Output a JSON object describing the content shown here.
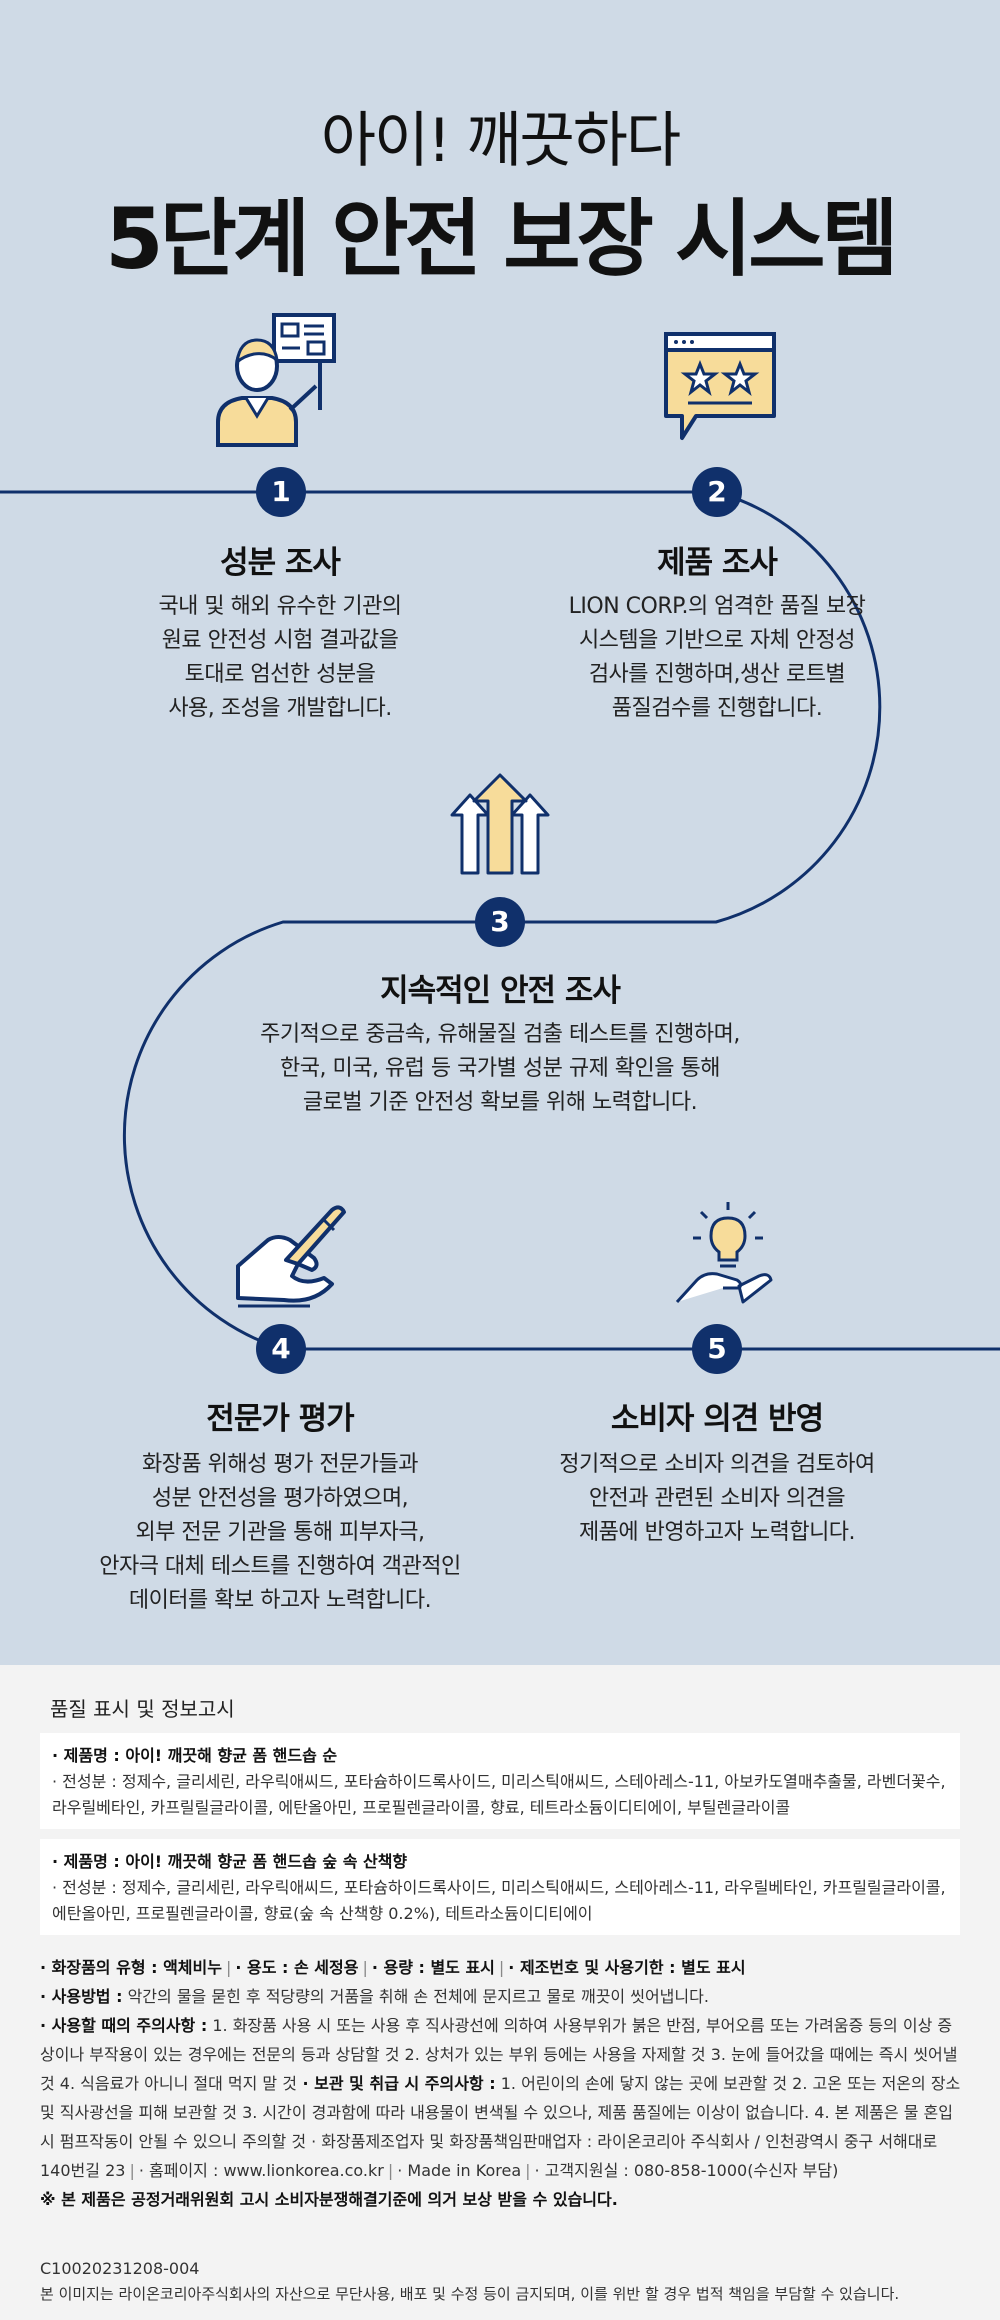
{
  "header": {
    "subtitle": "아이! 깨끗하다",
    "title": "5단계 안전 보장 시스템"
  },
  "steps": [
    {
      "num": "1",
      "title": "성분 조사",
      "desc": [
        "국내 및 해외 유수한 기관의",
        "원료 안전성 시험 결과값을",
        "토대로 엄선한 성분을",
        "사용, 조성을 개발합니다."
      ],
      "icon": "presenter-icon"
    },
    {
      "num": "2",
      "title": "제품 조사",
      "desc": [
        "LION CORP.의 엄격한 품질 보장",
        "시스템을 기반으로 자체 안정성",
        "검사를 진행하며,생산 로트별",
        "품질검수를 진행합니다."
      ],
      "icon": "rating-stars-icon"
    },
    {
      "num": "3",
      "title": "지속적인 안전 조사",
      "desc": [
        "주기적으로 중금속, 유해물질 검출 테스트를 진행하며,",
        "한국, 미국, 유럽 등 국가별 성분 규제 확인을 통해",
        "글로벌 기준 안전성 확보를 위해 노력합니다."
      ],
      "icon": "up-arrows-icon"
    },
    {
      "num": "4",
      "title": "전문가 평가",
      "desc": [
        "화장품 위해성 평가 전문가들과",
        "성분 안전성을 평가하였으며,",
        "외부 전문 기관을 통해 피부자극,",
        "안자극 대체 테스트를 진행하여 객관적인",
        "데이터를 확보 하고자 노력합니다."
      ],
      "icon": "hand-pen-icon"
    },
    {
      "num": "5",
      "title": "소비자 의견 반영",
      "desc": [
        "정기적으로 소비자 의견을 검토하여",
        "안전과 관련된 소비자 의견을",
        "제품에 반영하고자 노력합니다."
      ],
      "icon": "lightbulb-hand-icon"
    }
  ],
  "info": {
    "heading": "품질 표시 및 정보고시",
    "products": [
      {
        "name": "· 제품명 : 아이! 깨끗해 향균 폼 핸드솝 순",
        "ingredients": "· 전성분 : 정제수, 글리세린, 라우릭애씨드, 포타슘하이드록사이드, 미리스틱애씨드, 스테아레스-11, 아보카도열매추출물, 라벤더꽃수, 라우릴베타인, 카프릴릴글라이콜, 에탄올아민, 프로필렌글라이콜, 향료, 테트라소듐이디티에이, 부틸렌글라이콜"
      },
      {
        "name": "· 제품명 : 아이! 깨끗해 향균 폼 핸드솝 숲 속 산책향",
        "ingredients": "· 전성분 : 정제수, 글리세린, 라우릭애씨드, 포타슘하이드록사이드, 미리스틱애씨드, 스테아레스-11, 라우릴베타인, 카프릴릴글라이콜, 에탄올아민, 프로필렌글라이콜, 향료(숲 속 산책향 0.2%), 테트라소듐이디티에이"
      }
    ],
    "type_label": "· 화장품의 유형 : 액체비누",
    "use_label": "· 용도 : 손 세정용",
    "volume_label": "· 용량 : 별도 표시",
    "serial_label": "· 제조번호 및 사용기한 : 별도 표시",
    "usage_title": "· 사용방법 :",
    "usage_text": " 악간의 물을 묻힌 후 적당량의 거품을 취해 손 전체에 문지르고 물로 깨끗이 씻어냅니다.",
    "caution_title": "· 사용할 때의 주의사항 :",
    "caution_text": " 1. 화장품 사용 시 또는 사용 후 직사광선에 의하여 사용부위가 붉은 반점, 부어오름 또는 가려움증 등의 이상 증상이나 부작용이 있는 경우에는 전문의 등과 상담할 것 2. 상처가 있는 부위 등에는 사용을 자제할 것 3. 눈에 들어갔을 때에는 즉시 씻어낼 것 4. 식음료가 아니니 절대 먹지 말 것",
    "storage_title": " · 보관 및 취급 시 주의사항 :",
    "storage_text": " 1. 어린이의 손에 닿지 않는 곳에 보관할 것 2. 고온 또는 저온의 장소 및 직사광선을 피해 보관할 것 3. 시간이 경과함에 따라 내용물이 변색될 수 있으나, 제품 품질에는 이상이 없습니다. 4. 본 제품은 물 혼입 시 펌프작동이 안될 수 있으니 주의할 것",
    "maker_text": " · 화장품제조업자 및 화장품책임판매업자 : 라이온코리아 주식회사 / 인천광역시 중구 서해대로140번길 23",
    "homepage_text": "· 홈페이지 : www.lionkorea.co.kr",
    "made_text": "· Made in Korea",
    "support_text": "· 고객지원실 : 080-858-1000(수신자 부담)",
    "guarantee_text": "※ 본 제품은 공정거래위원회 고시 소비자분쟁해결기준에 의거 보상 받을 수 있습니다."
  },
  "footer": {
    "code": "C10020231208-004",
    "notice": "본 이미지는 라이온코리아주식회사의 자산으로 무단사용, 배포 및 수정 등이 금지되며, 이를 위반 할 경우 법적 책임을 부담할 수 있습니다."
  },
  "colors": {
    "navy": "#10306b",
    "bg": "#cfdae6",
    "accent": "#f7dc9a"
  }
}
